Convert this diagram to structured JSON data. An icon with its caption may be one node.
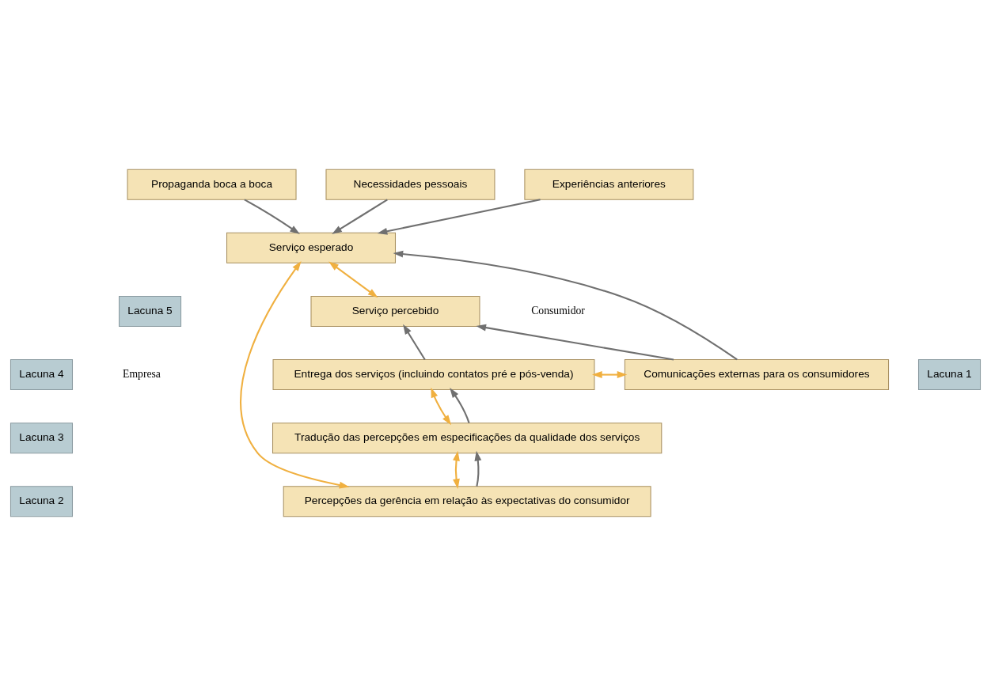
{
  "diagram": {
    "nodes": [
      {
        "text": [
          "Propaganda boca a boca"
        ]
      },
      {
        "text": [
          "Necessidades pessoais"
        ]
      },
      {
        "text": [
          "Experiências anteriores"
        ]
      },
      {
        "text": [
          "Serviço esperado"
        ]
      },
      {
        "text": [
          "Lacuna 5"
        ]
      },
      {
        "text": [
          "Serviço percebido"
        ]
      },
      {
        "text": [
          "Lacuna 4"
        ]
      },
      {
        "text": [
          "Entrega dos serviços (incluindo contatos pré e pós-venda)"
        ]
      },
      {
        "text": [
          "Comunicações externas para os consumidores"
        ]
      },
      {
        "text": [
          "Lacuna 1"
        ]
      },
      {
        "text": [
          "Lacuna 3"
        ]
      },
      {
        "text": [
          "Tradução das percepções em especificações da qualidade dos serviços"
        ]
      },
      {
        "text": [
          "Lacuna 2"
        ]
      },
      {
        "text": [
          "Percepções da gerência em relação às expectativas do consumidor"
        ]
      }
    ],
    "edges": [
      {
        "from": 0,
        "to": 3,
        "arrow": "to"
      },
      {
        "from": 1,
        "to": 3,
        "arrow": "to"
      },
      {
        "from": 2,
        "to": 3,
        "arrow": "to"
      },
      {
        "from": 13,
        "to": 3,
        "arrow": "both",
        "color": "#f0b040"
      },
      {
        "from": 3,
        "to": 5,
        "arrow": "both",
        "color": "#f0b040"
      },
      {
        "from": 8,
        "to": 3,
        "arrow": "to"
      },
      {
        "from": 8,
        "to": 5,
        "arrow": "to"
      },
      {
        "from": 7,
        "to": 5,
        "arrow": "to"
      },
      {
        "from": 7,
        "to": 8,
        "arrow": "both",
        "color": "#f0b040"
      },
      {
        "from": 7,
        "to": 11,
        "arrow": "both",
        "color": "#f0b040"
      },
      {
        "from": 11,
        "to": 7,
        "arrow": "to"
      },
      {
        "from": 11,
        "to": 13,
        "arrow": "both",
        "color": "#f0b040"
      },
      {
        "from": 13,
        "to": 11,
        "arrow": "to"
      }
    ],
    "labels": [
      "Consumidor",
      "Empresa"
    ]
  }
}
